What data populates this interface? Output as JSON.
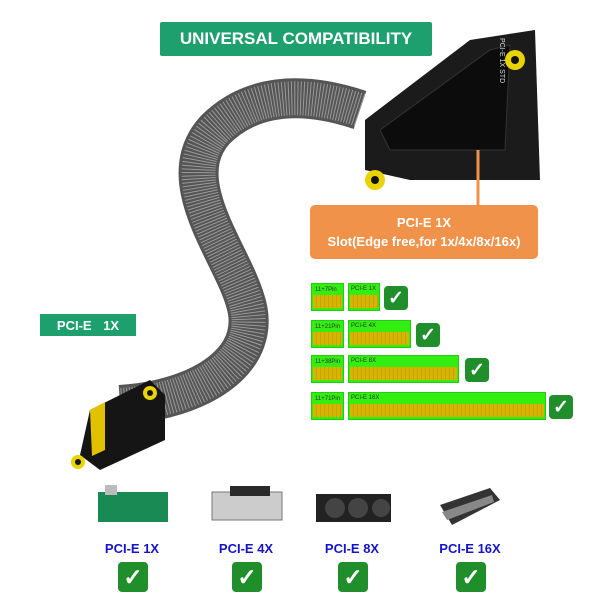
{
  "title": "UNIVERSAL COMPATIBILITY",
  "riser_label": {
    "line1": "PCI-E 1X",
    "line2": "Slot(Edge free,for 1x/4x/8x/16x)"
  },
  "riser_board_text": "PCI-E 1X STD",
  "plug_label": "PCI-E 1X",
  "slots": [
    {
      "pins": "11+7Pin",
      "name": "PCI-E 1X",
      "compatible": true
    },
    {
      "pins": "11+21Pin",
      "name": "PCI-E 4X",
      "compatible": true
    },
    {
      "pins": "11+38Pin",
      "name": "PCI-E 8X",
      "compatible": true
    },
    {
      "pins": "11+71Pin",
      "name": "PCI-E 16X",
      "compatible": true
    }
  ],
  "cards": [
    {
      "label": "PCI-E 1X",
      "compatible": true
    },
    {
      "label": "PCI-E 4X",
      "compatible": true
    },
    {
      "label": "PCI-E 8X",
      "compatible": true
    },
    {
      "label": "PCI-E 16X",
      "compatible": true
    }
  ],
  "colors": {
    "banner": "#1ea06e",
    "callout": "#f0924a",
    "check": "#1f8e2b",
    "card_label": "#1515c8",
    "slot_green": "#33ee11",
    "gold": "#d8b400"
  }
}
